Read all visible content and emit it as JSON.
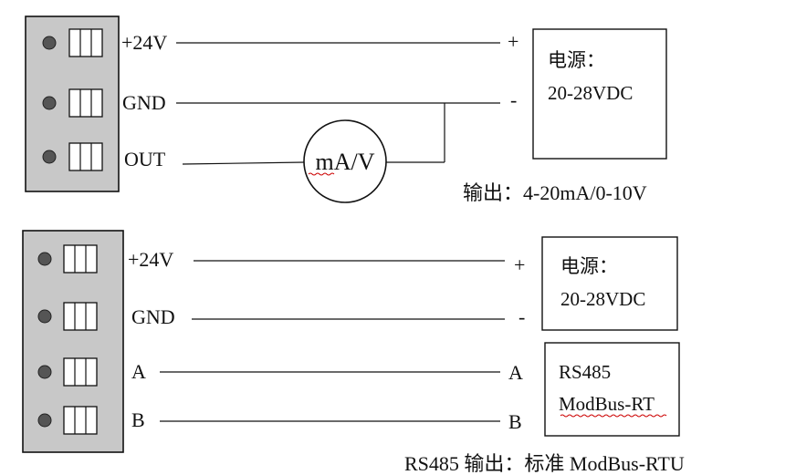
{
  "diagram1": {
    "pins": [
      "+24V",
      "GND",
      "OUT"
    ],
    "meter_label": "mA/V",
    "power_polarity": [
      "+",
      "-"
    ],
    "power_title": "电源：",
    "power_range": "20-28VDC",
    "caption": "输出：4-20mA/0-10V"
  },
  "diagram2": {
    "pins": [
      "+24V",
      "GND",
      "A",
      "B"
    ],
    "power_polarity": [
      "+",
      "-"
    ],
    "power_title": "电源：",
    "power_range": "20-28VDC",
    "bus_ends": [
      "A",
      "B"
    ],
    "bus_title": "RS485",
    "bus_protocol": "ModBus-RT",
    "caption": "RS485 输出：标准 ModBus-RTU"
  }
}
